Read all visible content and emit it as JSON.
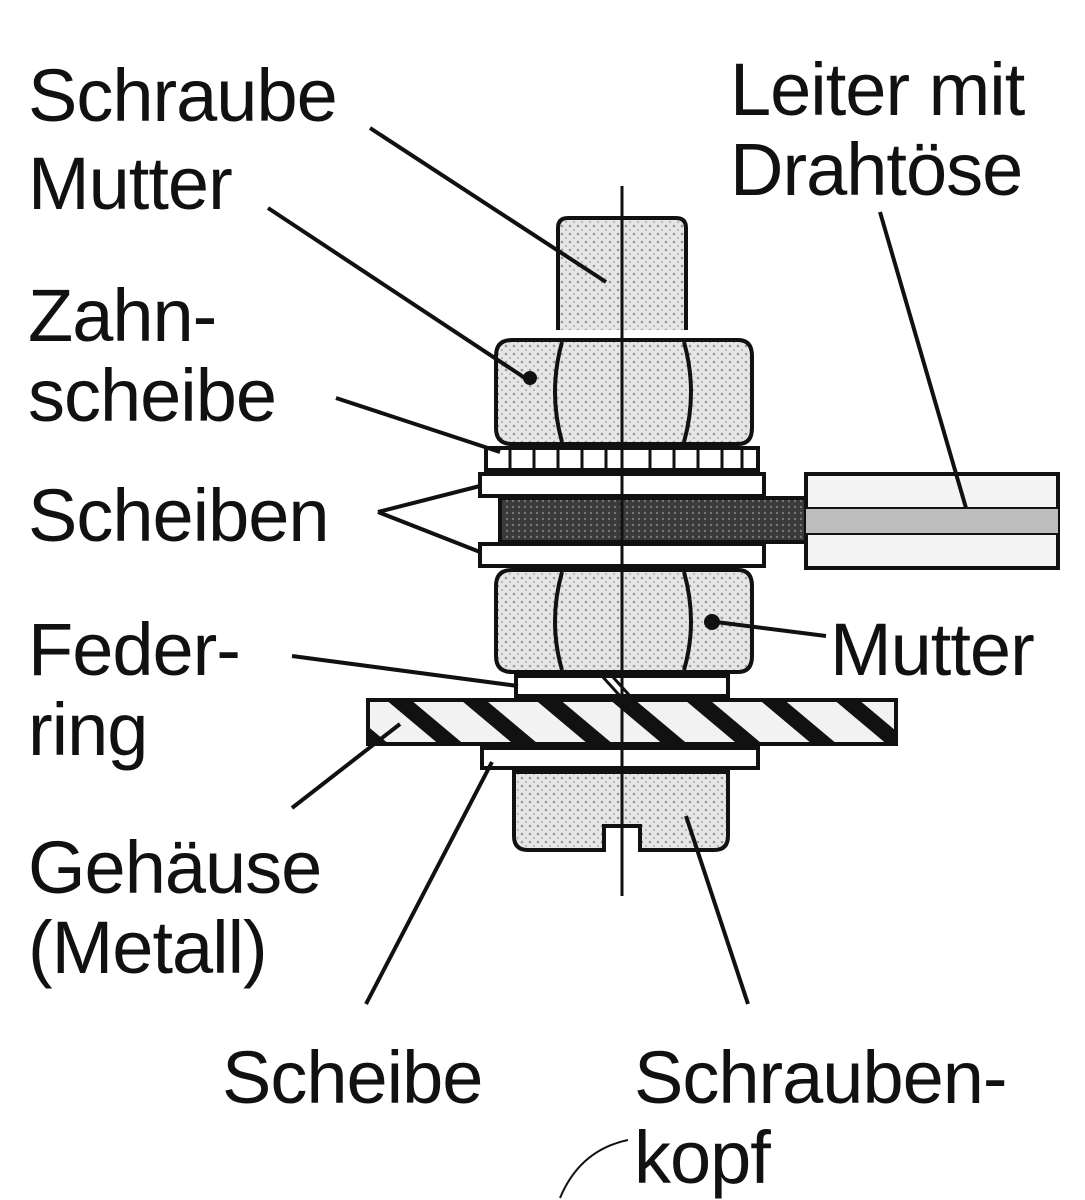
{
  "labels": {
    "schraube": "Schraube",
    "mutter_top": "Mutter",
    "zahnscheibe_1": "Zahn-",
    "zahnscheibe_2": "scheibe",
    "scheiben": "Scheiben",
    "federring_1": "Feder-",
    "federring_2": "ring",
    "gehaeuse_1": "Gehäuse",
    "gehaeuse_2": "(Metall)",
    "leiter_1": "Leiter mit",
    "leiter_2": "Drahtöse",
    "mutter_right": "Mutter",
    "scheibe_bottom": "Scheibe",
    "schraubenkopf_1": "Schrauben-",
    "schraubenkopf_2": "kopf"
  },
  "colors": {
    "ink": "#111111",
    "stipple": "#cfcfcf",
    "wire": "#555555",
    "hatch_bg": "#f2f2f2"
  }
}
